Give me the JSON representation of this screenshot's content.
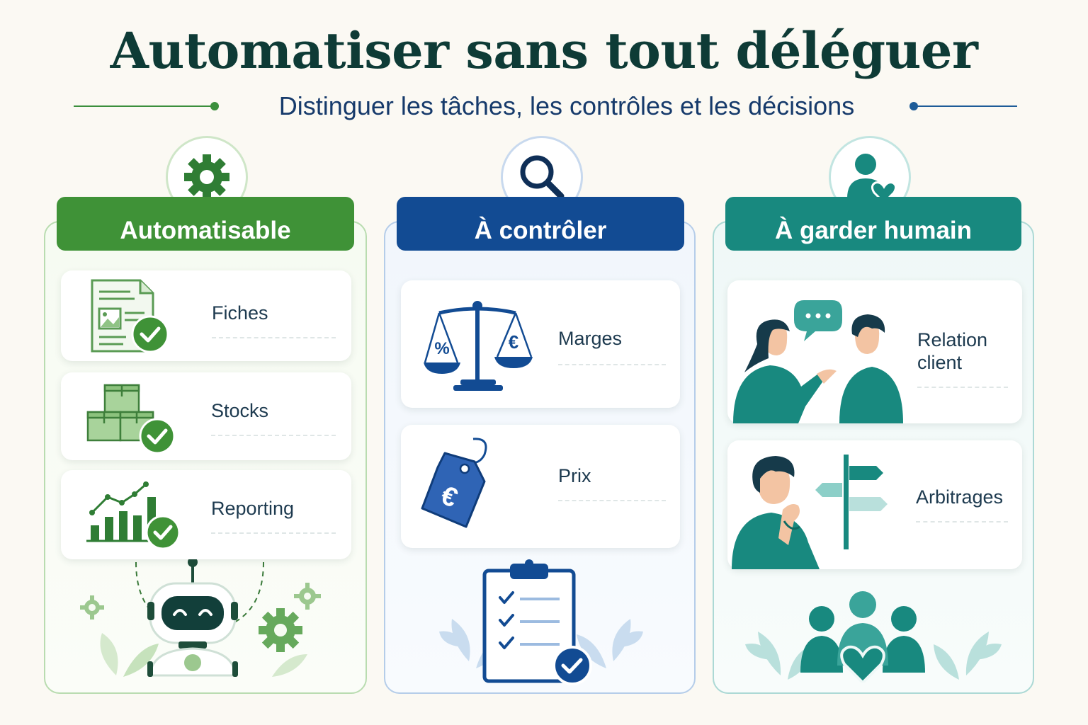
{
  "title": "Automatiser sans tout déléguer",
  "subtitle": "Distinguer les tâches, les contrôles et les décisions",
  "columns": [
    {
      "header": "Automatisable",
      "icon": "gear-icon",
      "color": "#3f9237",
      "items": [
        {
          "label": "Fiches",
          "icon": "product-sheet-check-icon"
        },
        {
          "label": "Stocks",
          "icon": "boxes-check-icon"
        },
        {
          "label": "Reporting",
          "icon": "bar-chart-check-icon"
        }
      ],
      "footer_icon": "robot-icon"
    },
    {
      "header": "À contrôler",
      "icon": "magnifier-icon",
      "color": "#124b93",
      "items": [
        {
          "label": "Marges",
          "icon": "balance-scale-icon"
        },
        {
          "label": "Prix",
          "icon": "euro-price-tag-icon"
        }
      ],
      "footer_icon": "checklist-clipboard-icon"
    },
    {
      "header": "À garder humain",
      "icon": "person-heart-icon",
      "color": "#18897f",
      "items": [
        {
          "label_line1": "Relation",
          "label_line2": "client",
          "icon": "two-people-conversation-icon"
        },
        {
          "label": "Arbitrages",
          "icon": "thinking-person-signpost-icon"
        }
      ],
      "footer_icon": "community-heart-icon"
    }
  ]
}
